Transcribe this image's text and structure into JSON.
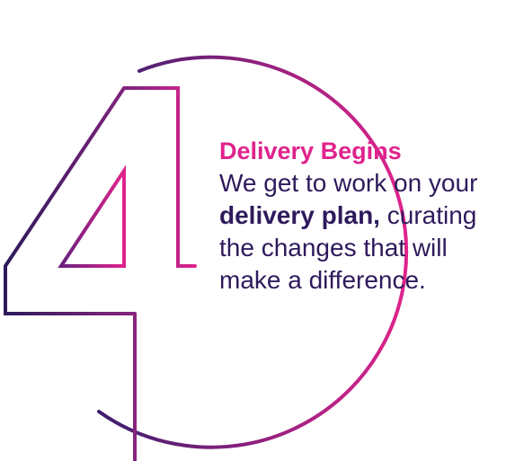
{
  "step": {
    "number": "4",
    "title": "Delivery Begins",
    "body": {
      "part1": "We get to work on your ",
      "bold1": "delivery plan,",
      "part2": " curating the changes that will make a difference."
    }
  },
  "colors": {
    "accent_pink": "#e0238c",
    "accent_purple": "#3b1e6e",
    "text": "#2e1a5c",
    "background": "#ffffff"
  }
}
